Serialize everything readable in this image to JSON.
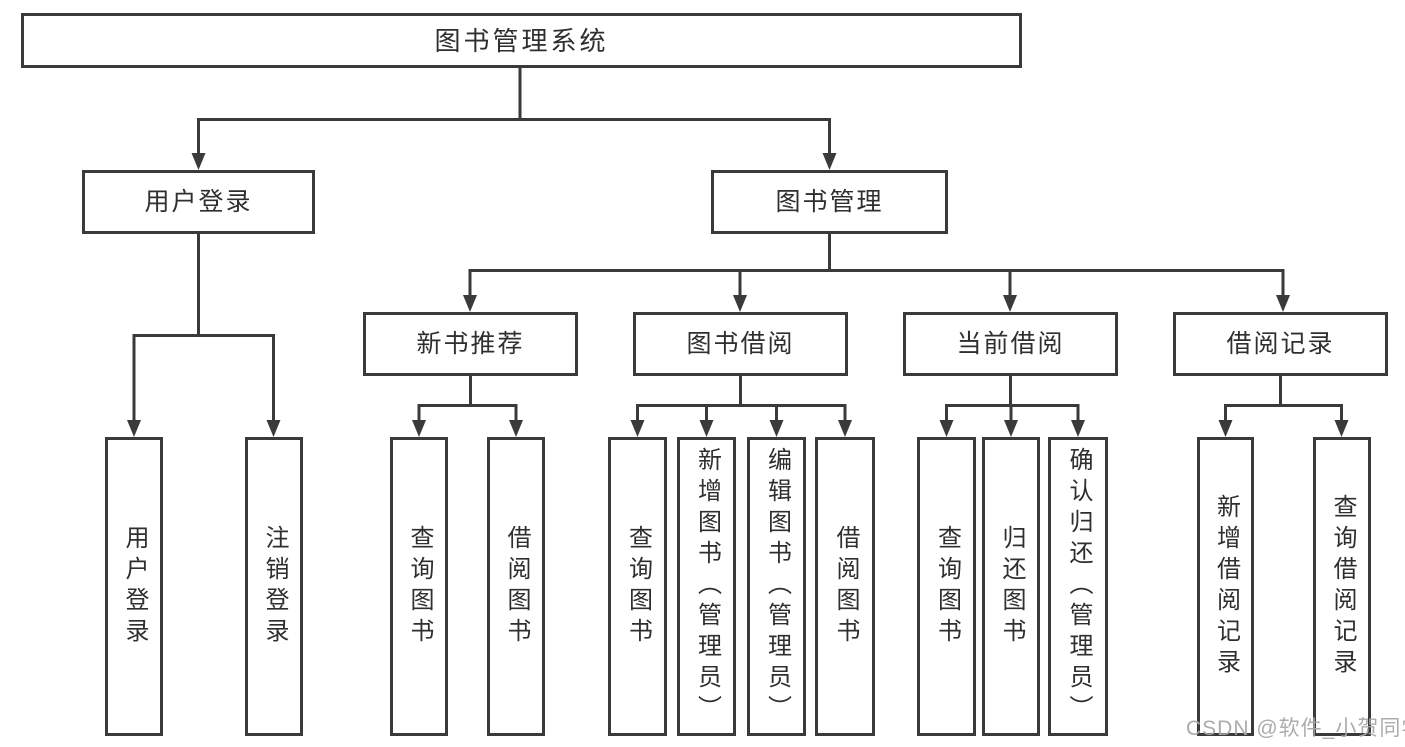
{
  "diagram": {
    "type": "tree",
    "title": "图书管理系统",
    "nodes": {
      "root": {
        "label": "图书管理系统"
      },
      "user_login": {
        "label": "用户登录"
      },
      "book_mgmt": {
        "label": "图书管理"
      },
      "new_book_rec": {
        "label": "新书推荐"
      },
      "book_borrow": {
        "label": "图书借阅"
      },
      "current_borrow": {
        "label": "当前借阅"
      },
      "borrow_records": {
        "label": "借阅记录"
      },
      "ul_user_login": {
        "label": "用户登录"
      },
      "ul_logout": {
        "label": "注销登录"
      },
      "nb_query_books": {
        "label": "查询图书"
      },
      "nb_borrow_books": {
        "label": "借阅图书"
      },
      "bb_query_books": {
        "label": "查询图书"
      },
      "bb_add_books": {
        "label": "新增图书（管理员）"
      },
      "bb_edit_books": {
        "label": "编辑图书（管理员）"
      },
      "bb_borrow_books": {
        "label": "借阅图书"
      },
      "cb_query_books": {
        "label": "查询图书"
      },
      "cb_return_books": {
        "label": "归还图书"
      },
      "cb_confirm_return": {
        "label": "确认归还（管理员）"
      },
      "br_add_record": {
        "label": "新增借阅记录"
      },
      "br_query_record": {
        "label": "查询借阅记录"
      }
    },
    "edges": [
      [
        "root",
        "user_login"
      ],
      [
        "root",
        "book_mgmt"
      ],
      [
        "user_login",
        "ul_user_login"
      ],
      [
        "user_login",
        "ul_logout"
      ],
      [
        "book_mgmt",
        "new_book_rec"
      ],
      [
        "book_mgmt",
        "book_borrow"
      ],
      [
        "book_mgmt",
        "current_borrow"
      ],
      [
        "book_mgmt",
        "borrow_records"
      ],
      [
        "new_book_rec",
        "nb_query_books"
      ],
      [
        "new_book_rec",
        "nb_borrow_books"
      ],
      [
        "book_borrow",
        "bb_query_books"
      ],
      [
        "book_borrow",
        "bb_add_books"
      ],
      [
        "book_borrow",
        "bb_edit_books"
      ],
      [
        "book_borrow",
        "bb_borrow_books"
      ],
      [
        "current_borrow",
        "cb_query_books"
      ],
      [
        "current_borrow",
        "cb_return_books"
      ],
      [
        "current_borrow",
        "cb_confirm_return"
      ],
      [
        "borrow_records",
        "br_add_record"
      ],
      [
        "borrow_records",
        "br_query_record"
      ]
    ],
    "colors": {
      "line": "#3a3a3a",
      "box_border": "#3a3a3a",
      "text": "#2f2f2f",
      "background": "#ffffff",
      "watermark": "#a8a8aa"
    }
  },
  "watermark": "CSDN @软件_小贺同学"
}
